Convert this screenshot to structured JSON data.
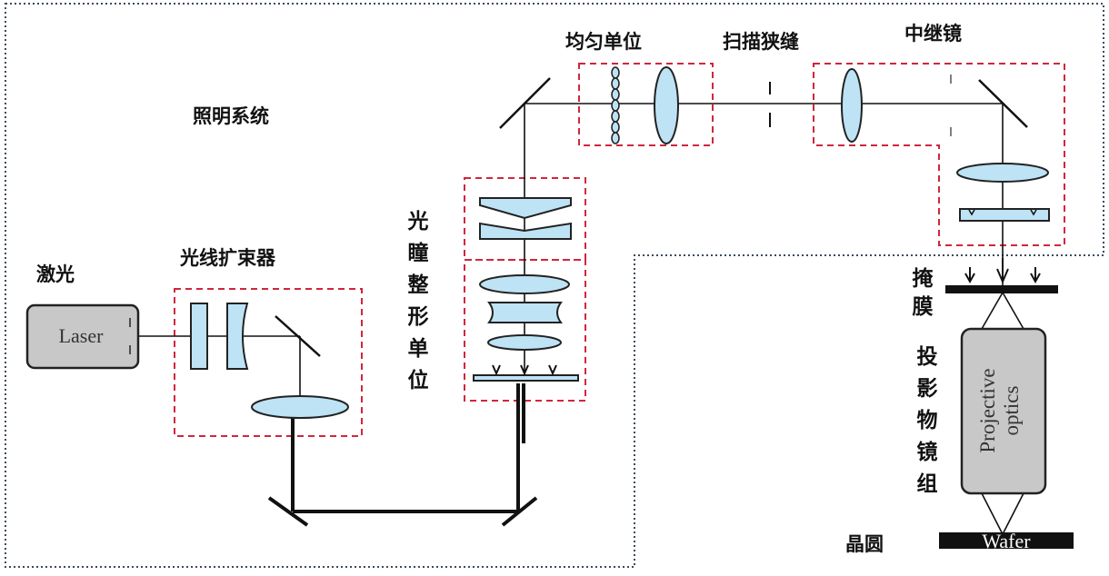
{
  "labels": {
    "illumination_system": "照明系统",
    "laser": "激光",
    "beam_expander": "光线扩束器",
    "pupil_shaping_unit": "光瞳整形单位",
    "homogenizer_unit": "均匀单位",
    "scanning_slit": "扫描狭缝",
    "relay_lens": "中继镜",
    "mask": "掩膜",
    "projection_lens": "投影物镜组",
    "wafer": "晶圆"
  },
  "components": {
    "laser_box": "Laser",
    "projective_optics_line1": "Projective",
    "projective_optics_line2": "optics",
    "wafer_bar": "Wafer"
  },
  "colors": {
    "lens_fill": "#bde3f5",
    "dashed_box": "#d0263c",
    "boundary": "#3a4a5a",
    "beam": "#111111",
    "device_fill": "#c8c8c8"
  }
}
